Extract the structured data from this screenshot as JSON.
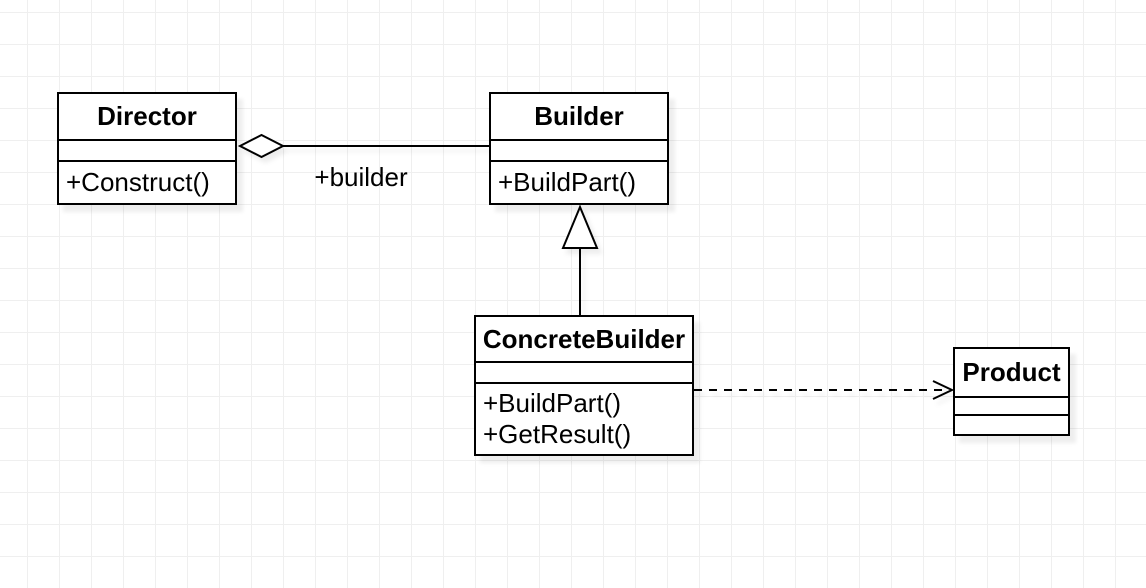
{
  "diagram": {
    "classes": [
      {
        "name": "Director",
        "attributes": [],
        "methods": [
          "+Construct()"
        ]
      },
      {
        "name": "Builder",
        "attributes": [],
        "methods": [
          "+BuildPart()"
        ]
      },
      {
        "name": "ConcreteBuilder",
        "attributes": [],
        "methods": [
          "+BuildPart()",
          "+GetResult()"
        ]
      },
      {
        "name": "Product",
        "attributes": [],
        "methods": []
      }
    ],
    "relationships": [
      {
        "type": "aggregation",
        "from": "Director",
        "to": "Builder",
        "label": "+builder"
      },
      {
        "type": "generalization",
        "from": "ConcreteBuilder",
        "to": "Builder",
        "label": ""
      },
      {
        "type": "dependency",
        "from": "ConcreteBuilder",
        "to": "Product",
        "label": ""
      }
    ]
  },
  "colors": {
    "background": "#ffffff",
    "grid": "#efefef",
    "stroke": "#000000",
    "shape_fill": "#ffffff",
    "text": "#000000"
  }
}
